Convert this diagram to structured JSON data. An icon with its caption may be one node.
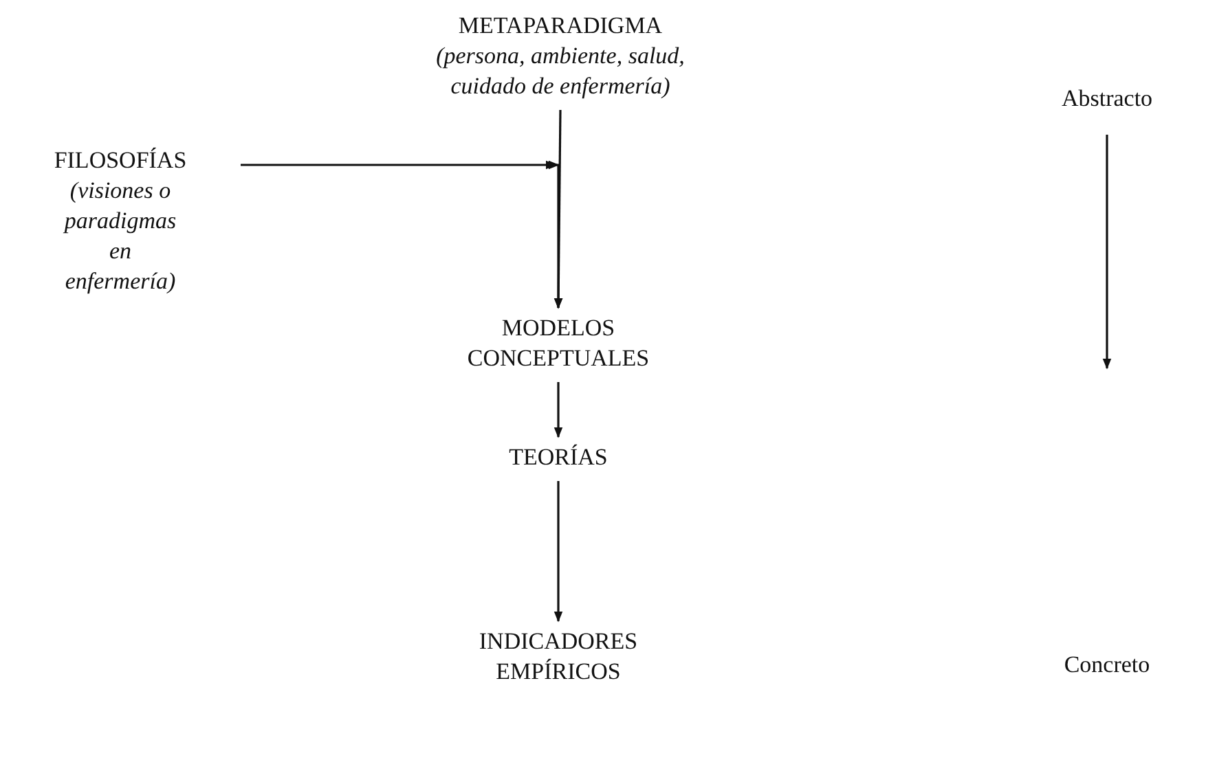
{
  "diagram": {
    "nodes": [
      {
        "text": [
          "METAPARADIGMA",
          "(persona, ambiente, salud, cuidado de enfermería)"
        ]
      },
      {
        "text": [
          "FILOSOFÍAS",
          "(visiones o paradigmas en enfermería)"
        ]
      },
      {
        "text": [
          "MODELOS CONCEPTUALES"
        ]
      },
      {
        "text": [
          "TEORÍAS"
        ]
      },
      {
        "text": [
          "INDICADORES EMPÍRICOS"
        ]
      }
    ],
    "edges": [
      {
        "from": 0,
        "to": 2,
        "arrow": "to"
      },
      {
        "from": 1,
        "to": 2,
        "arrow": "to"
      },
      {
        "from": 2,
        "to": 3,
        "arrow": "to"
      },
      {
        "from": 3,
        "to": 4,
        "arrow": "to"
      }
    ],
    "labels": [
      "Abstracto",
      "Concreto"
    ]
  }
}
